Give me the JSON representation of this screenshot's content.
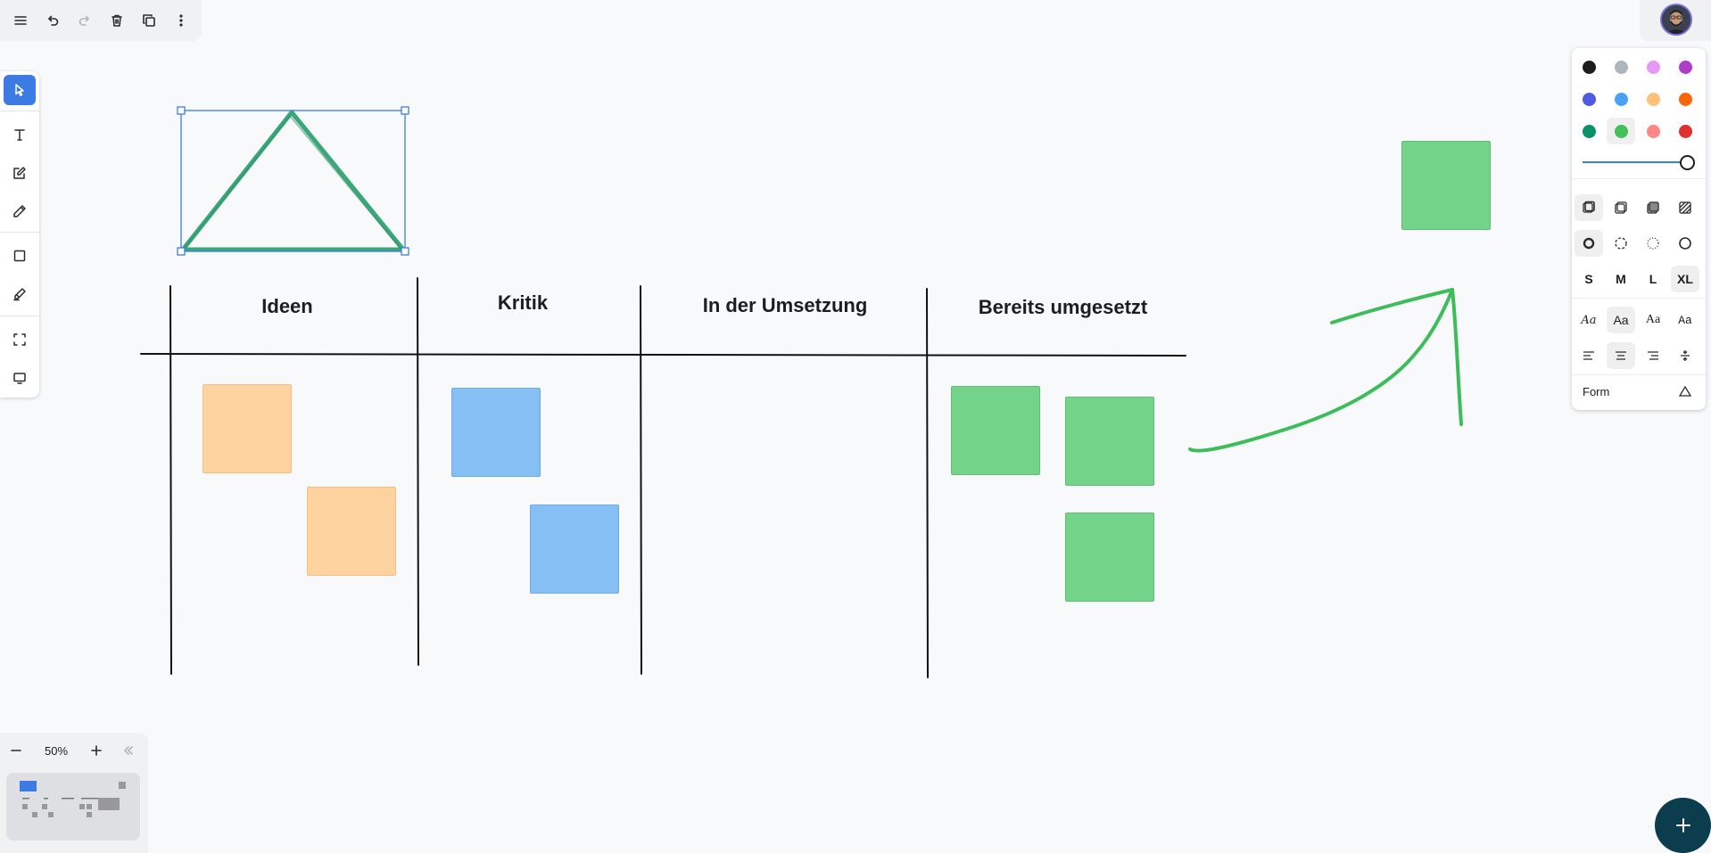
{
  "toolbar": {
    "items": [
      "menu-icon",
      "undo-icon",
      "redo-icon",
      "trash-icon",
      "duplicate-icon",
      "more-icon"
    ]
  },
  "left_tools": [
    "select-icon",
    "text-icon",
    "note-icon",
    "draw-icon",
    "rectangle-icon",
    "highlighter-icon",
    "frame-icon",
    "presentation-icon"
  ],
  "board": {
    "columns": [
      "Ideen",
      "Kritik",
      "In der Umsetzung",
      "Bereits umgesetzt"
    ],
    "note_colors": {
      "orange": "#fed3a0",
      "blue": "#85bff4",
      "green": "#72d389"
    },
    "drawing_color": "#3cbd5a",
    "selection_color": "#3d7be4"
  },
  "style_panel": {
    "colors": [
      "#1d1d1d",
      "#adb5bd",
      "#e599f7",
      "#ae3ec9",
      "#4f5ae0",
      "#4ba1f1",
      "#ffc078",
      "#f76707",
      "#099268",
      "#40c057",
      "#ff8787",
      "#e03131"
    ],
    "selected_color": "#40c057",
    "opacity": 1.0,
    "size_options": [
      "S",
      "M",
      "L",
      "XL"
    ],
    "selected_size": "XL",
    "font_label": "Aa",
    "shape_label": "Form"
  },
  "zoom": {
    "level": "50%"
  },
  "fab": {
    "label": "+"
  }
}
